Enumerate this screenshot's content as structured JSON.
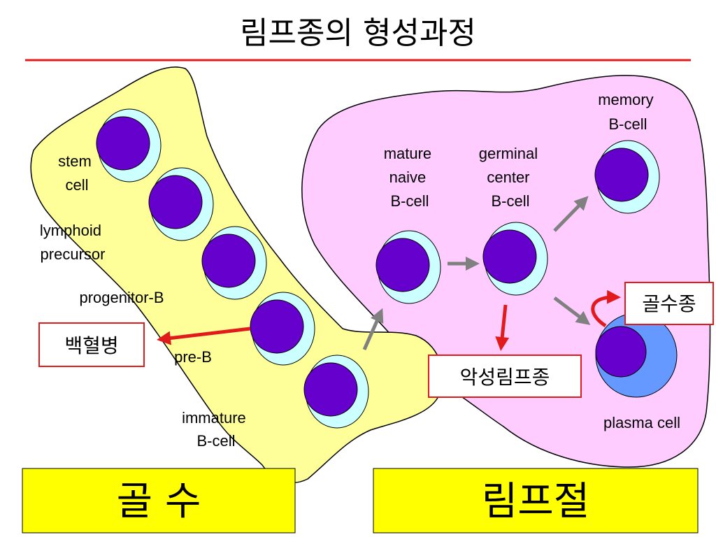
{
  "title": "림프종의 형성과정",
  "colors": {
    "title_rule": "#e11b1b",
    "bone_marrow": "#ffff99",
    "lymph_node": "#ffccff",
    "cell_halo": "#ccffff",
    "cell_nucleus": "#6600cc",
    "plasma_body": "#6699ff",
    "callout_border": "#e11b1b",
    "footer_bg": "#ffff00",
    "arrow_gray": "#808080",
    "arrow_red": "#e11b1b"
  },
  "bone_marrow": {
    "labels": {
      "stem_cell": [
        "stem",
        "cell"
      ],
      "lymphoid_precursor": [
        "lymphoid",
        "precursor"
      ],
      "progenitor_b": [
        "progenitor-B"
      ],
      "pre_b": [
        "pre-B"
      ],
      "immature_b": [
        "immature",
        "B-cell"
      ]
    }
  },
  "lymph_node": {
    "labels": {
      "mature_naive": [
        "mature",
        "naive",
        "B-cell"
      ],
      "germinal_center": [
        "germinal",
        "center",
        "B-cell"
      ],
      "memory": [
        "memory",
        "B-cell"
      ],
      "plasma": [
        "plasma cell"
      ]
    }
  },
  "callouts": {
    "leukemia": "백혈병",
    "malignant_lymphoma": "악성림프종",
    "myeloma": "골수종"
  },
  "footer": {
    "bone_marrow": "골 수",
    "lymph_node": "림프절"
  }
}
